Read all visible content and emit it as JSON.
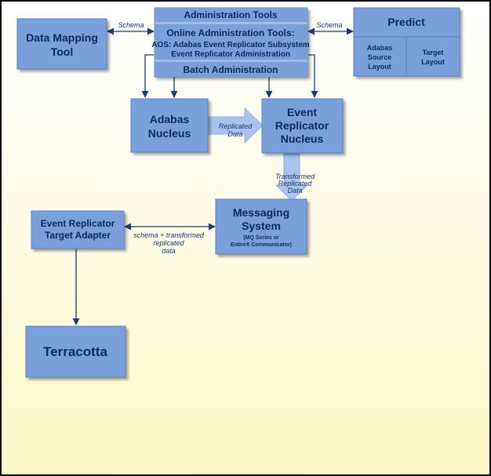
{
  "colors": {
    "box_fill": "#7aa0dc",
    "box_stroke": "#5a7fbf",
    "box_text": "#0b2a5e",
    "arrow": "#1e3a70",
    "flow_arrow": "#a9c3ee",
    "background_top": "#ffffff",
    "background_bottom": "#fdf8c6",
    "frame": "#000000"
  },
  "boxes": {
    "data_mapping_tool": {
      "line1": "Data Mapping",
      "line2": "Tool"
    },
    "admin_tools": {
      "header": "Administration Tools",
      "online_title": "Online Administration Tools:",
      "online_line2": "AOS: Adabas Event Replicator Subsystem",
      "online_line3": "Event Replicator Administration",
      "batch": "Batch Administration"
    },
    "predict": {
      "title": "Predict",
      "left_line1": "Adabas",
      "left_line2": "Source",
      "left_line3": "Layout",
      "right_line1": "Target",
      "right_line2": "Layout"
    },
    "adabas_nucleus": {
      "line1": "Adabas",
      "line2": "Nucleus"
    },
    "event_replicator_nucleus": {
      "line1": "Event",
      "line2": "Replicator",
      "line3": "Nucleus"
    },
    "messaging_system": {
      "line1": "Messaging",
      "line2": "System",
      "line3": "(MQ Series or",
      "line4": "EntireX Communicator)"
    },
    "target_adapter": {
      "line1": "Event Replicator",
      "line2": "Target Adapter"
    },
    "terracotta": {
      "label": "Terracotta"
    }
  },
  "arrow_labels": {
    "schema_left": "Schema",
    "schema_right": "Schema",
    "replicated_line1": "Replicated",
    "replicated_line2": "Data",
    "transformed_line1": "Transformed",
    "transformed_line2": "Replicated",
    "transformed_line3": "Data",
    "schema_transformed_line1": "schema + transformed",
    "schema_transformed_line2": "replicated",
    "schema_transformed_line3": "data"
  }
}
